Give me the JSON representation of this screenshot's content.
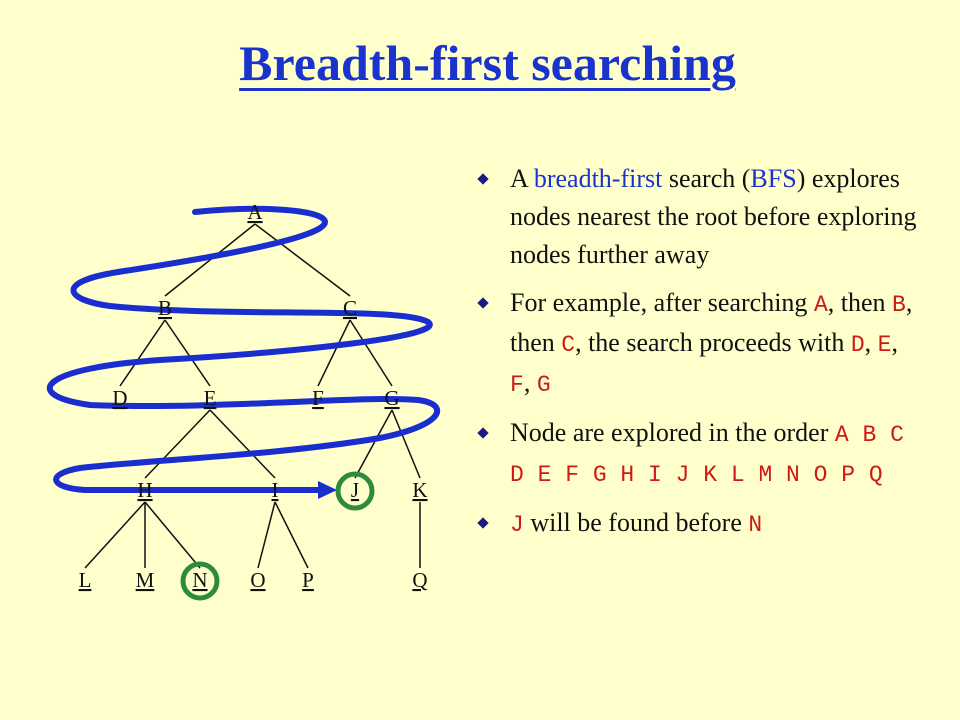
{
  "title": "Breadth-first searching",
  "colors": {
    "title": "#1a33cc",
    "keyword": "#1a33cc",
    "code": "#cc1a1a",
    "path": "#1a2ed0",
    "highlight": "#2e8b3e",
    "background": "#ffffcc"
  },
  "tree": {
    "nodes": [
      {
        "id": "A",
        "label": "A"
      },
      {
        "id": "B",
        "label": "B"
      },
      {
        "id": "C",
        "label": "C"
      },
      {
        "id": "D",
        "label": "D"
      },
      {
        "id": "E",
        "label": "E"
      },
      {
        "id": "F",
        "label": "F"
      },
      {
        "id": "G",
        "label": "G"
      },
      {
        "id": "H",
        "label": "H"
      },
      {
        "id": "I",
        "label": "I"
      },
      {
        "id": "J",
        "label": "J",
        "highlighted": true
      },
      {
        "id": "K",
        "label": "K"
      },
      {
        "id": "L",
        "label": "L"
      },
      {
        "id": "M",
        "label": "M"
      },
      {
        "id": "N",
        "label": "N",
        "highlighted": true
      },
      {
        "id": "O",
        "label": "O"
      },
      {
        "id": "P",
        "label": "P"
      },
      {
        "id": "Q",
        "label": "Q"
      }
    ],
    "edges": [
      [
        "A",
        "B"
      ],
      [
        "A",
        "C"
      ],
      [
        "B",
        "D"
      ],
      [
        "B",
        "E"
      ],
      [
        "C",
        "F"
      ],
      [
        "C",
        "G"
      ],
      [
        "E",
        "H"
      ],
      [
        "E",
        "I"
      ],
      [
        "G",
        "J"
      ],
      [
        "G",
        "K"
      ],
      [
        "H",
        "L"
      ],
      [
        "H",
        "M"
      ],
      [
        "H",
        "N"
      ],
      [
        "I",
        "O"
      ],
      [
        "I",
        "P"
      ],
      [
        "K",
        "Q"
      ]
    ]
  },
  "bullets": [
    {
      "parts": [
        {
          "t": "A "
        },
        {
          "t": "breadth-first",
          "s": "kw"
        },
        {
          "t": " search ("
        },
        {
          "t": "BFS",
          "s": "kw"
        },
        {
          "t": ") explores nodes nearest the root before exploring nodes further away"
        }
      ]
    },
    {
      "parts": [
        {
          "t": "For example, after searching "
        },
        {
          "t": "A",
          "s": "code"
        },
        {
          "t": ", then "
        },
        {
          "t": "B",
          "s": "code"
        },
        {
          "t": ", then "
        },
        {
          "t": "C",
          "s": "code"
        },
        {
          "t": ", the search proceeds with "
        },
        {
          "t": "D",
          "s": "code"
        },
        {
          "t": ", "
        },
        {
          "t": "E",
          "s": "code"
        },
        {
          "t": ", "
        },
        {
          "t": "F",
          "s": "code"
        },
        {
          "t": ", "
        },
        {
          "t": "G",
          "s": "code"
        }
      ]
    },
    {
      "parts": [
        {
          "t": "Node are explored in the order "
        },
        {
          "t": "A B C D E F G H I J K L M N O P Q",
          "s": "code"
        }
      ]
    },
    {
      "parts": [
        {
          "t": "J",
          "s": "code"
        },
        {
          "t": " will be found before "
        },
        {
          "t": "N",
          "s": "code"
        }
      ]
    }
  ]
}
